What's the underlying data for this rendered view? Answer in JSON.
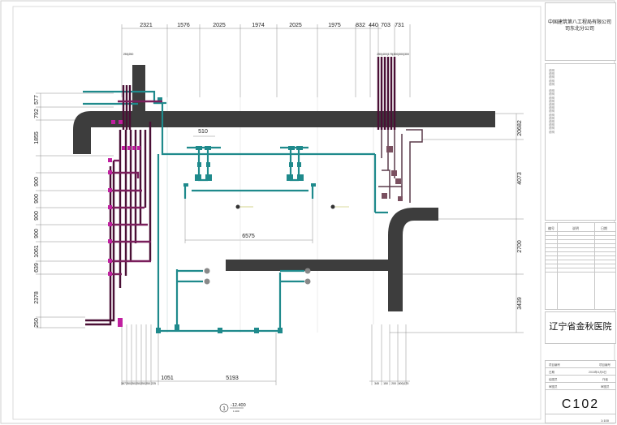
{
  "dimensions": {
    "top": [
      "2321",
      "1576",
      "2025",
      "1974",
      "2025",
      "1975",
      "832",
      "440",
      "703",
      "731"
    ],
    "left": [
      "792",
      "577",
      "1855",
      "900",
      "900",
      "900",
      "900",
      "1061",
      "639",
      "2378",
      "250"
    ],
    "right": [
      "20682",
      "4073",
      "2700",
      "3439"
    ],
    "bottom": [
      "1051",
      "5193"
    ],
    "interior": [
      "510",
      "6575"
    ],
    "tiny_top_left": "250|250",
    "tiny_top_right": "250|400|175|300|300|300",
    "tiny_bottom_left": [
      "387",
      "250",
      "250",
      "250",
      "250",
      "250",
      "225"
    ],
    "tiny_bottom_right": [
      "345",
      "150",
      "200",
      "600|175"
    ]
  },
  "section_marker": {
    "number": "1",
    "elevation": "-12.400",
    "sub": "1:100"
  },
  "title_block": {
    "company_line1": "中国建筑第八工程局有限公司",
    "company_line2": "司东北分公司",
    "notes": "说明\n说明\n说明\n说明\n说明\n\n说明\n说明\n说明\n说明\n说明\n说明\n说明\n说明\n说明\n说明\n说明\n说明\n说明",
    "revision_headers": [
      "编号",
      "说明",
      "日期"
    ],
    "project_name": "辽宁省金秋医院",
    "meta": [
      {
        "label": "项目编号",
        "value": "项目编号"
      },
      {
        "label": "日期",
        "value": "2018年4月6日"
      },
      {
        "label": "绘图员",
        "value": "作者"
      },
      {
        "label": "审图员",
        "value": "审图员"
      }
    ],
    "drawing_number": "C102",
    "scale": "1:100"
  },
  "colors": {
    "duct": "#3d3d3d",
    "pipe_teal": "#1f8a8c",
    "pipe_purple": "#7a1f5c",
    "pipe_dark": "#4a0f35",
    "pipe_magenta": "#c020a0",
    "dim_line": "#8a8a8a"
  }
}
